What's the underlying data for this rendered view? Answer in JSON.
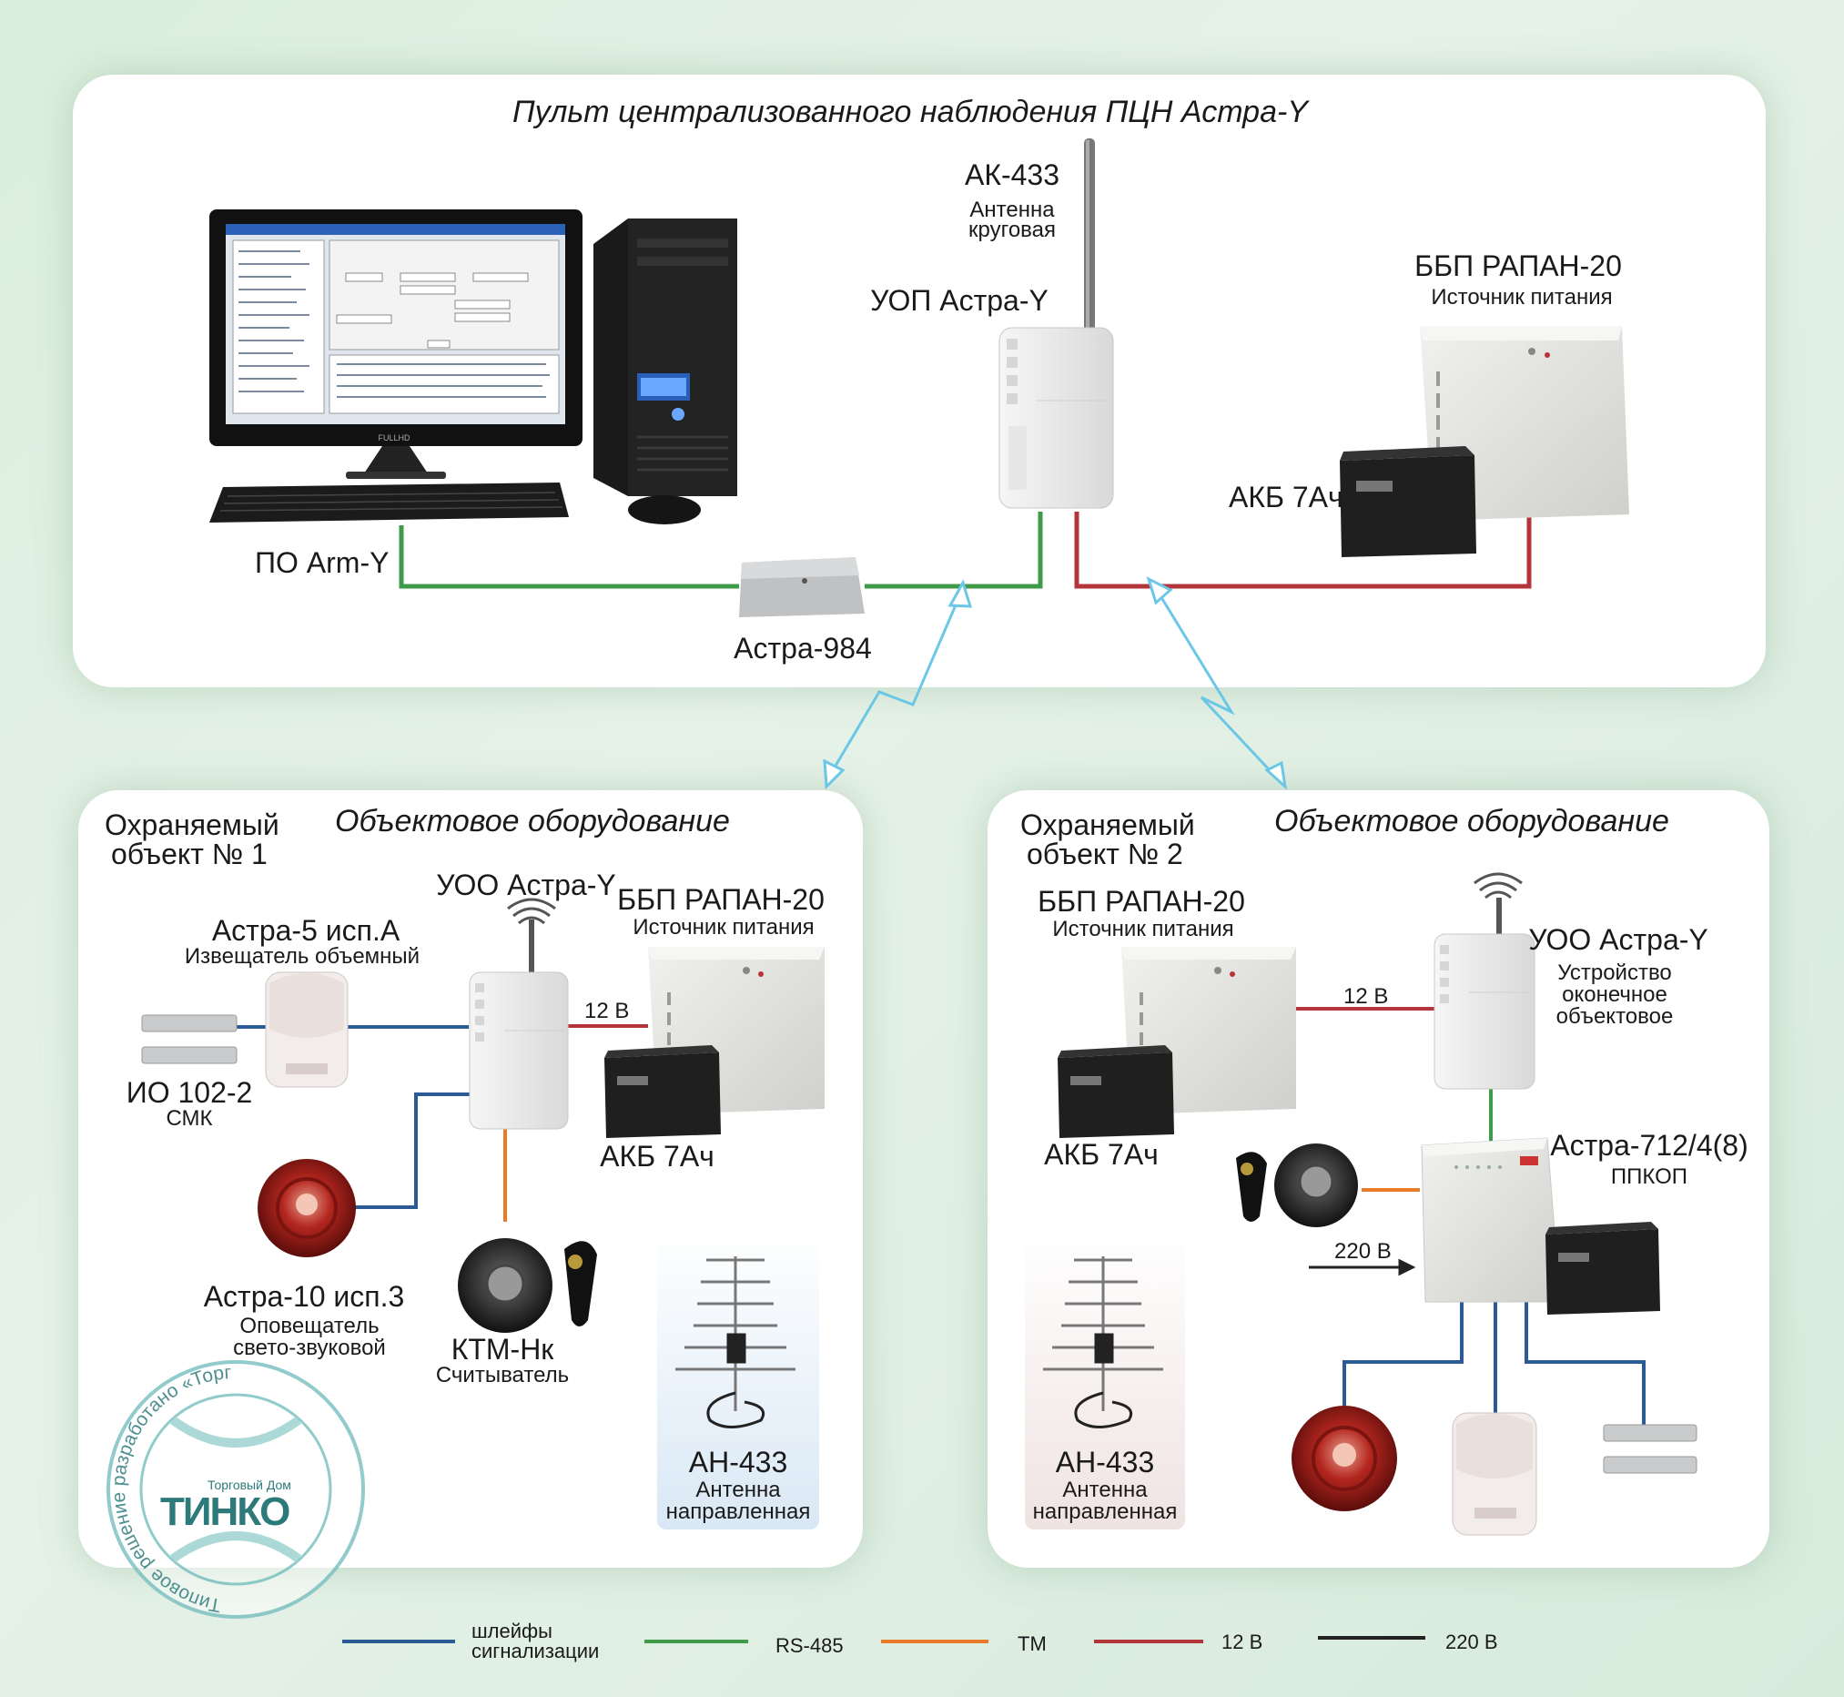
{
  "top": {
    "title": "Пульт централизованного наблюдения ПЦН Астра-Y",
    "ak433": "АК-433",
    "ak433_sub1": "Антенна",
    "ak433_sub2": "круговая",
    "uop": "УОП Астра-Y",
    "bbp": "ББП РАПАН-20",
    "bbp_sub": "Источник питания",
    "akb": "АКБ 7Ач",
    "po": "ПО Arm-Y",
    "astra984": "Астра-984",
    "monitor_brand": "FULLHD"
  },
  "obj1": {
    "title1": "Охраняемый",
    "title2": "объект № 1",
    "equip": "Объектовое оборудование",
    "uoo": "УОО Астра-Y",
    "bbp": "ББП РАПАН-20",
    "bbp_sub": "Источник питания",
    "astra5": "Астра-5 исп.А",
    "astra5_sub": "Извещатель объемный",
    "io": "ИО 102-2",
    "io_sub": "СМК",
    "v12": "12 В",
    "akb": "АКБ 7Ач",
    "astra10": "Астра-10 исп.3",
    "astra10_sub1": "Оповещатель",
    "astra10_sub2": "свето-звуковой",
    "ktm": "КТМ-Нк",
    "ktm_sub": "Считыватель",
    "an": "АН-433",
    "an_sub1": "Антенна",
    "an_sub2": "направленная"
  },
  "obj2": {
    "title1": "Охраняемый",
    "title2": "объект № 2",
    "equip": "Объектовое оборудование",
    "bbp": "ББП РАПАН-20",
    "bbp_sub": "Источник питания",
    "uoo": "УОО Астра-Y",
    "uoo_sub1": "Устройство",
    "uoo_sub2": "оконечное",
    "uoo_sub3": "объектовое",
    "v12": "12 В",
    "akb": "АКБ 7Ач",
    "astra712": "Астра-712/4(8)",
    "astra712_sub": "ППКОП",
    "v220": "220 В",
    "an": "АН-433",
    "an_sub1": "Антенна",
    "an_sub2": "направленная"
  },
  "legend": {
    "loops1": "шлейфы",
    "loops2": "сигнализации",
    "rs485": "RS-485",
    "tm": "ТМ",
    "v12": "12 В",
    "v220": "220 В"
  },
  "stamp": {
    "ring_text": "Типовое решение разработано «Торговым Домом ТИНКО»",
    "small": "Торговый Дом",
    "big": "ТИНКО"
  },
  "colors": {
    "loops": "#2c5a94",
    "rs485": "#3f9a4a",
    "tm": "#e87a2a",
    "v12": "#b3343a",
    "v220": "#222222",
    "radio": "#6cc7e6"
  }
}
